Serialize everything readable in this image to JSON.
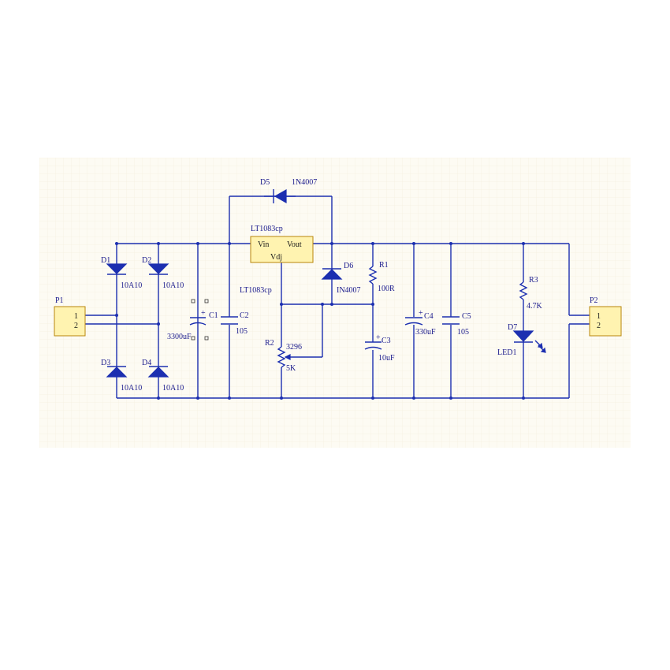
{
  "labels": {
    "d5": "D5",
    "d5_value": "1N4007",
    "u1_name": "LT1083cp",
    "u1_vin": "Vin",
    "u1_vout": "Vout",
    "u1_vdj": "Vdj",
    "u1_name2": "LT1083cp",
    "d1": "D1",
    "d1_value": "10A10",
    "d2": "D2",
    "d2_value": "10A10",
    "d3": "D3",
    "d3_value": "10A10",
    "d4": "D4",
    "d4_value": "10A10",
    "p1": "P1",
    "p1_pin1": "1",
    "p1_pin2": "2",
    "p2": "P2",
    "p2_pin1": "1",
    "p2_pin2": "2",
    "c1": "C1",
    "c1_value": "3300uF",
    "c2": "C2",
    "c2_value": "105",
    "d6": "D6",
    "d6_value": "IN4007",
    "r1": "R1",
    "r1_value": "100R",
    "r2": "R2",
    "r2_value": "3296",
    "r2_res": "5K",
    "c3": "C3",
    "c3_value": "10uF",
    "c4": "C4",
    "c4_value": "330uF",
    "c5": "C5",
    "c5_value": "105",
    "r3": "R3",
    "r3_value": "4.7K",
    "d7": "D7",
    "d7_value": "LED1"
  },
  "colors": {
    "wire": "#1c2fb0",
    "label": "#1a1a8c",
    "part_fill": "#fff3b0",
    "part_border": "#b8860b",
    "grid_bg": "#fdfbf3"
  }
}
